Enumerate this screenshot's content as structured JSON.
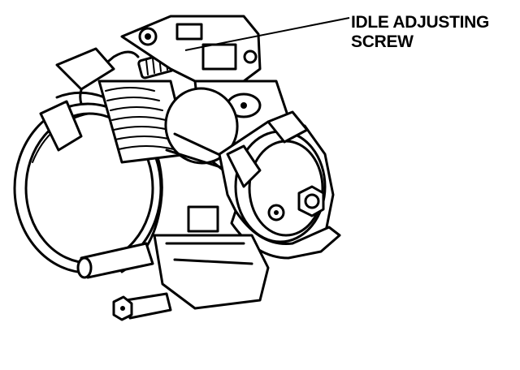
{
  "diagram": {
    "callout": {
      "line1": "IDLE ADJUSTING",
      "line2": "SCREW"
    },
    "subject_icon": "throttle-body-illustration",
    "colors": {
      "ink": "#000000",
      "paper": "#ffffff"
    }
  }
}
